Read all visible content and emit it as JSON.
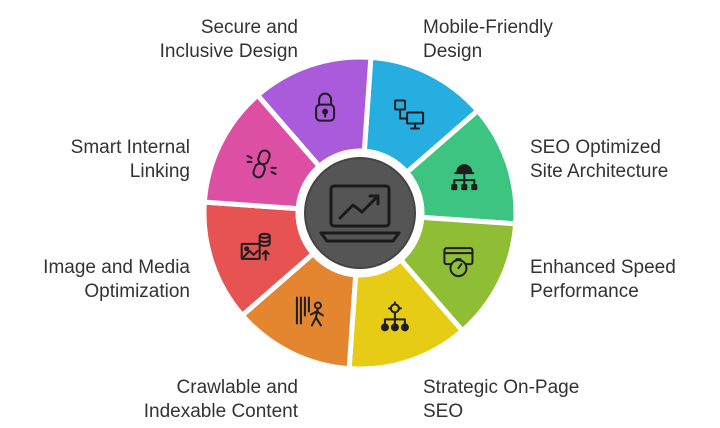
{
  "segments": [
    {
      "id": "mobile",
      "lines": [
        "Mobile-Friendly",
        "Design"
      ],
      "color": "#27aee0",
      "icon": "devices-icon"
    },
    {
      "id": "seo-architecture",
      "lines": [
        "SEO Optimized",
        "Site Architecture"
      ],
      "color": "#3cc480",
      "icon": "sitemap-icon"
    },
    {
      "id": "speed",
      "lines": [
        "Enhanced Speed",
        "Performance"
      ],
      "color": "#8fbd34",
      "icon": "stopwatch-icon"
    },
    {
      "id": "on-page",
      "lines": [
        "Strategic On-Page",
        "SEO"
      ],
      "color": "#e6cc15",
      "icon": "hierarchy-gear-icon"
    },
    {
      "id": "crawlable",
      "lines": [
        "Crawlable and",
        "Indexable Content"
      ],
      "color": "#e48530",
      "icon": "crawler-icon"
    },
    {
      "id": "media",
      "lines": [
        "Image and Media",
        "Optimization"
      ],
      "color": "#e75252",
      "icon": "image-database-icon"
    },
    {
      "id": "linking",
      "lines": [
        "Smart Internal",
        "Linking"
      ],
      "color": "#dd4fa3",
      "icon": "link-icon"
    },
    {
      "id": "secure",
      "lines": [
        "Secure and",
        "Inclusive Design"
      ],
      "color": "#a95bdc",
      "icon": "lock-icon"
    }
  ],
  "center": {
    "icon": "laptop-growth-icon",
    "color": "#555555"
  }
}
